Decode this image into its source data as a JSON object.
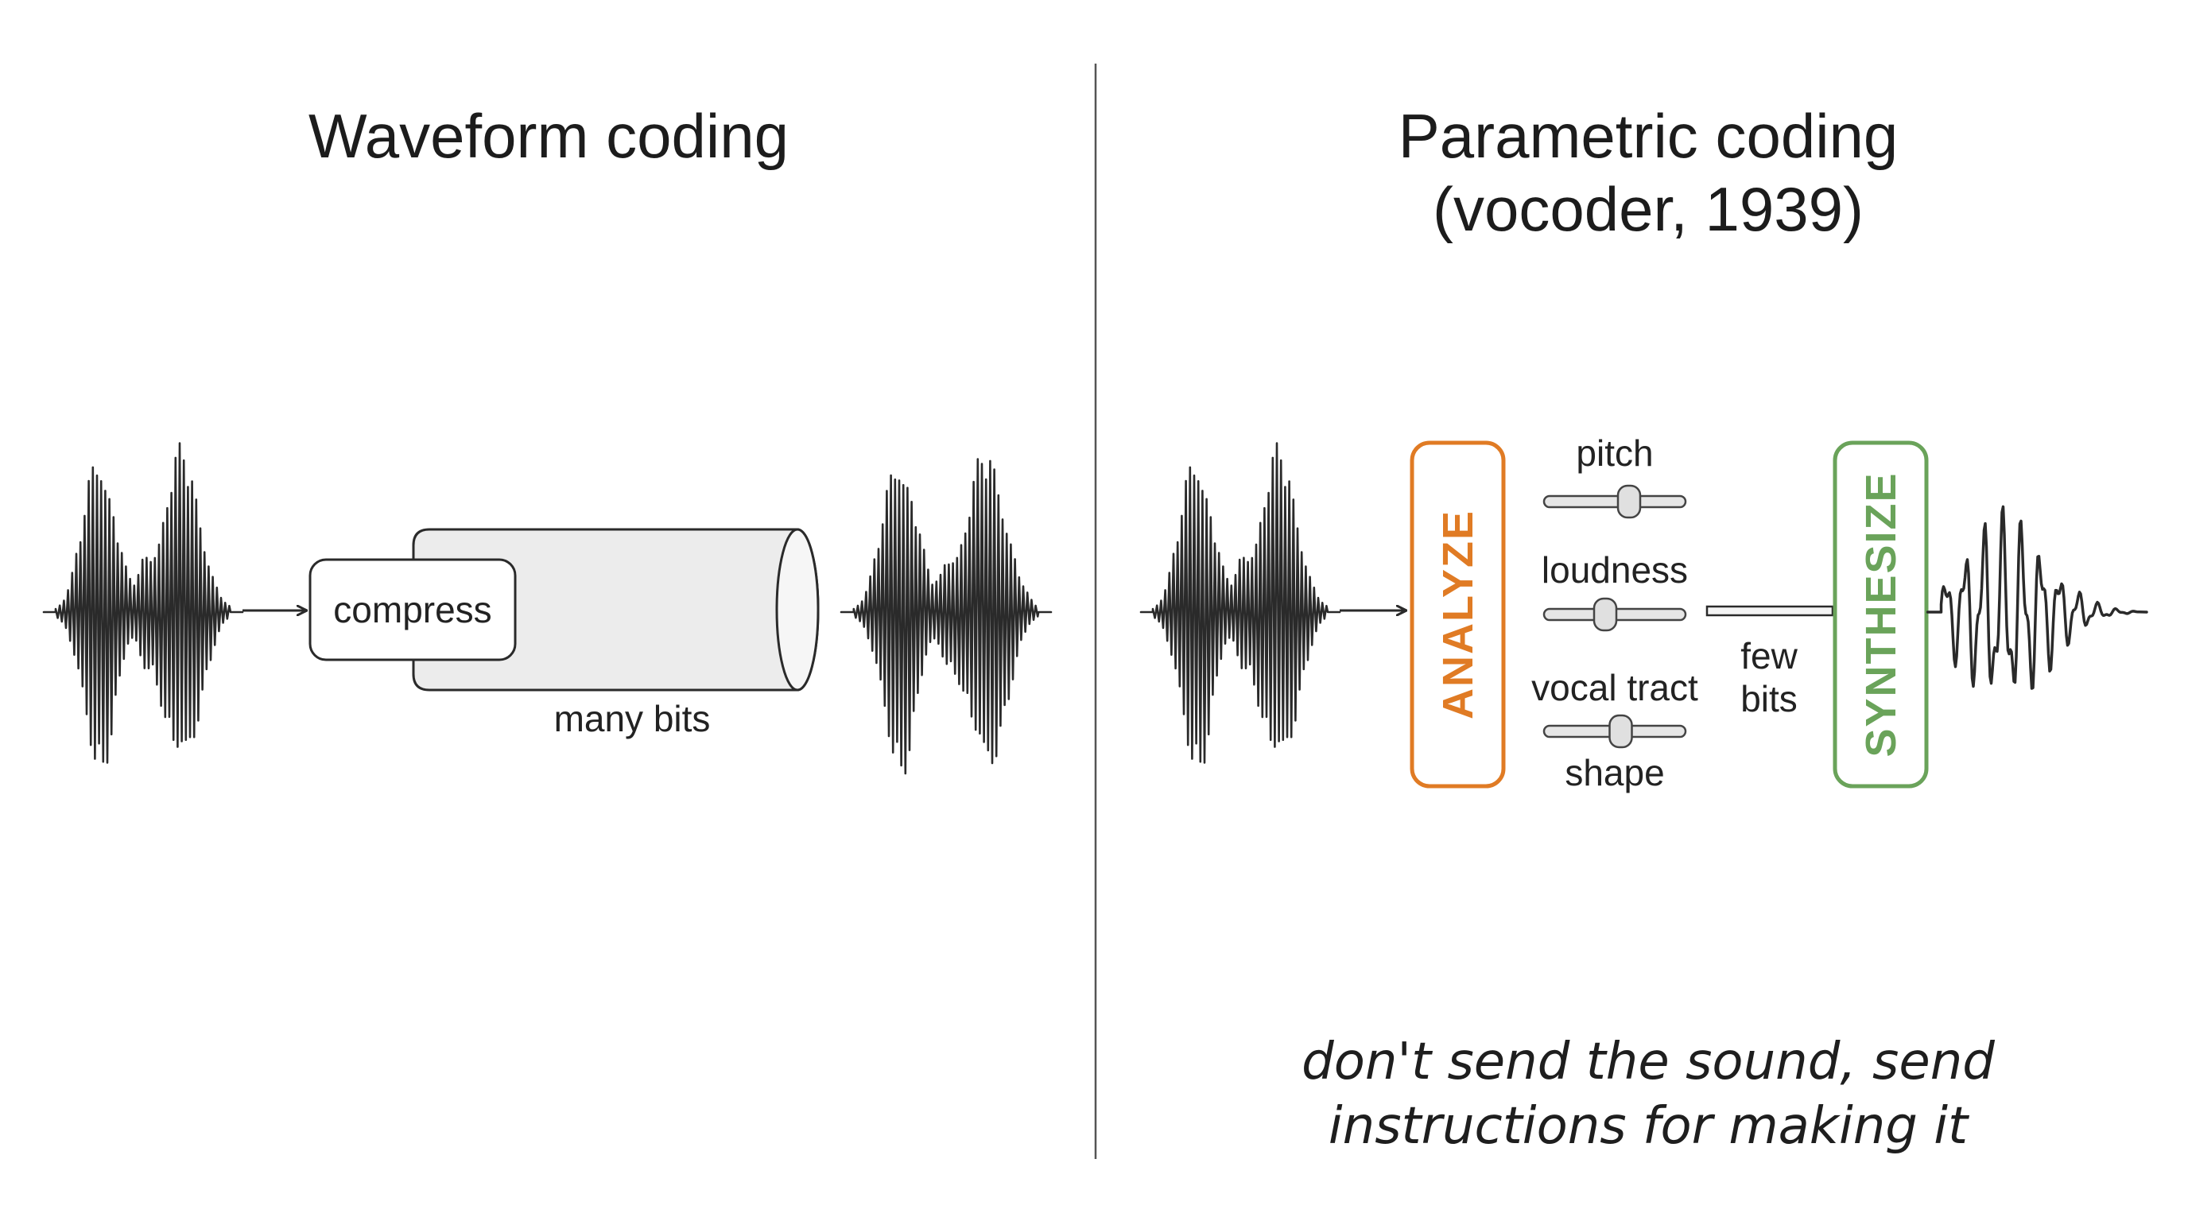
{
  "waveform": {
    "title": "Waveform coding",
    "compress_label": "compress",
    "channel_label": "many bits"
  },
  "parametric": {
    "title_line1": "Parametric coding",
    "title_line2": "(vocoder, 1939)",
    "analyze_label": "ANALYZE",
    "synthesize_label": "SYNTHESIZE",
    "sliders": [
      {
        "label": "pitch",
        "value": 0.62
      },
      {
        "label": "loudness",
        "value": 0.42
      },
      {
        "label": "vocal tract",
        "label_below": "shape",
        "value": 0.55
      }
    ],
    "channel_label_line1": "few",
    "channel_label_line2": "bits",
    "caption_line1": "don't send the sound, send",
    "caption_line2": "instructions for making it"
  },
  "colors": {
    "analyze": "#e07b24",
    "synthesize": "#6aa35a",
    "ink": "#1e1e1e",
    "waveform": "#2a2a2a",
    "divider": "#555555",
    "pipe_fill": "#ececec"
  }
}
